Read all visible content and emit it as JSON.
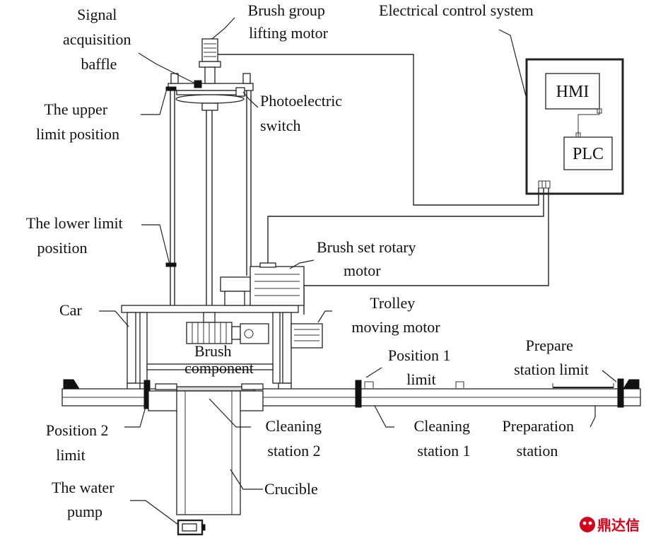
{
  "labels": {
    "signal_baffle": [
      "Signal",
      "acquisition",
      "baffle"
    ],
    "brush_lift_motor": [
      "Brush group",
      "lifting motor"
    ],
    "electrical_control": "Electrical control system",
    "upper_limit": [
      "The upper",
      "limit position"
    ],
    "photoelectric_switch": [
      "Photoelectric",
      "switch"
    ],
    "hmi": "HMI",
    "plc": "PLC",
    "lower_limit": [
      "The lower limit",
      "position"
    ],
    "brush_rotary_motor": [
      "Brush set rotary",
      "motor"
    ],
    "car": "Car",
    "trolley_motor": [
      "Trolley",
      "moving motor"
    ],
    "brush_component": [
      "Brush",
      "component"
    ],
    "position1_limit": [
      "Position 1",
      "limit"
    ],
    "prepare_station_limit": [
      "Prepare",
      "station limit"
    ],
    "position2_limit": [
      "Position 2",
      "limit"
    ],
    "cleaning_station2": [
      "Cleaning",
      "station 2"
    ],
    "cleaning_station1": [
      "Cleaning",
      "station 1"
    ],
    "preparation_station": [
      "Preparation",
      "station"
    ],
    "crucible": "Crucible",
    "water_pump": [
      "The water",
      "pump"
    ]
  },
  "watermark": {
    "text": "鼎达信",
    "color": "#d0021b"
  }
}
